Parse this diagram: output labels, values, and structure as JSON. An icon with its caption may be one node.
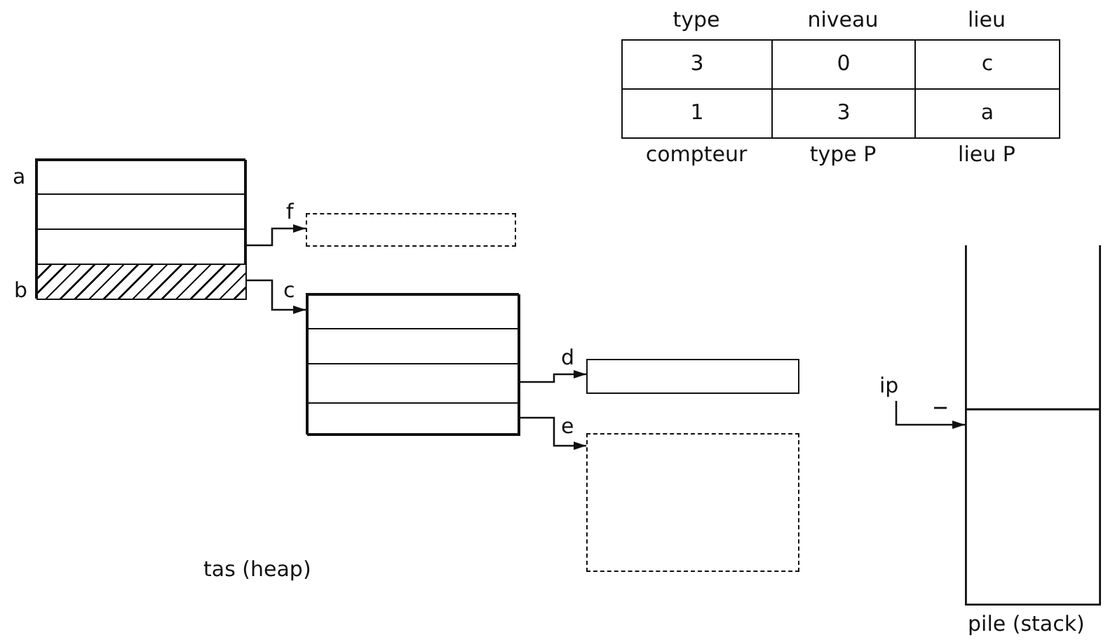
{
  "diagram": {
    "nodes": [
      {
        "text": [
          "a"
        ]
      },
      {
        "text": [],
        "shape": "box",
        "in": 0
      },
      {
        "text": [],
        "shape": "box",
        "in": 0
      },
      {
        "text": [],
        "shape": "box",
        "in": 0
      },
      {
        "text": [
          "b"
        ],
        "in": 0
      },
      {
        "text": [
          "f"
        ]
      },
      {
        "text": [
          "c"
        ]
      },
      {
        "text": [],
        "shape": "box",
        "in": 6
      },
      {
        "text": [],
        "shape": "box",
        "in": 6
      },
      {
        "text": [],
        "shape": "box",
        "in": 6
      },
      {
        "text": [],
        "shape": "box",
        "in": 6
      },
      {
        "text": [
          "d"
        ]
      },
      {
        "text": [
          "e"
        ]
      },
      {
        "text": [
          "pile (stack)"
        ]
      },
      {
        "text": [
          "ip"
        ]
      }
    ],
    "edges": [
      {
        "from": 3,
        "to": 5,
        "arrow": "to"
      },
      {
        "from": 4,
        "to": 6,
        "arrow": "to"
      },
      {
        "from": 9,
        "to": 11,
        "arrow": "to"
      },
      {
        "from": 10,
        "to": 12,
        "arrow": "to"
      },
      {
        "from": 14,
        "to": 13,
        "arrow": "to"
      }
    ],
    "labels": [
      "type",
      "niveau",
      "lieu",
      "3",
      "0",
      "c",
      "1",
      "3",
      "a",
      "compteur",
      "type P",
      "lieu P",
      "tas (heap)"
    ]
  }
}
